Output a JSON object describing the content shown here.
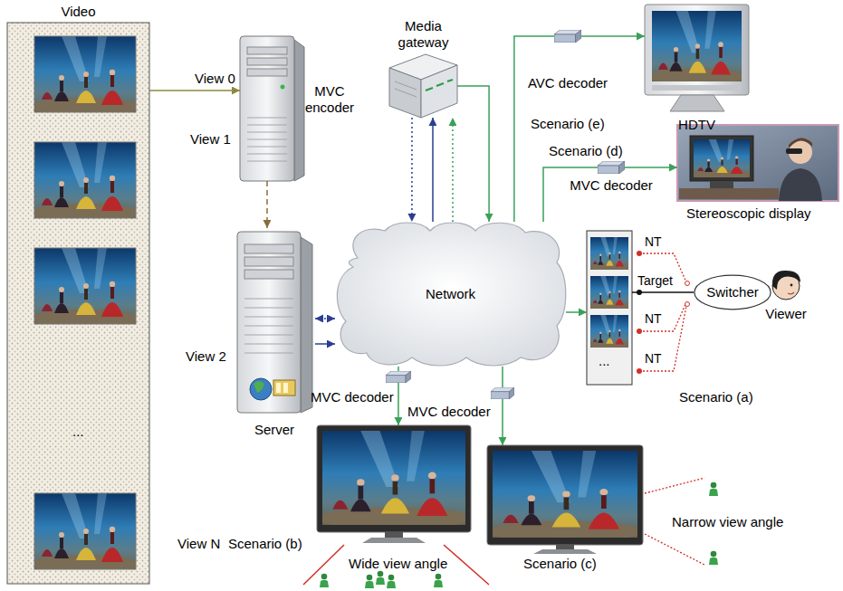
{
  "diagram": {
    "nodes": [
      {
        "text": [
          "Video"
        ]
      },
      {
        "text": [
          "MVC encoder"
        ]
      },
      {
        "text": [
          "Media gateway"
        ]
      },
      {
        "text": [
          "Server"
        ]
      },
      {
        "text": [
          "Network"
        ]
      },
      {
        "text": [
          "AVC decoder"
        ]
      },
      {
        "text": [
          "HDTV"
        ]
      },
      {
        "text": [
          "MVC decoder"
        ]
      },
      {
        "text": [
          "Stereoscopic display"
        ]
      },
      {
        "text": [
          "Scenario (a)"
        ]
      },
      {
        "text": [
          "Switcher"
        ]
      },
      {
        "text": [
          "Viewer"
        ]
      },
      {
        "text": [
          "MVC decoder"
        ]
      },
      {
        "text": [
          "Scenario (b)"
        ]
      },
      {
        "text": [
          "MVC decoder"
        ]
      },
      {
        "text": [
          "Scenario (c)"
        ]
      }
    ],
    "edges": [
      {
        "from": 0,
        "to": 1,
        "arrow": "to"
      },
      {
        "from": 1,
        "to": 3,
        "arrow": "to"
      },
      {
        "from": 3,
        "to": 4,
        "arrow": "to"
      },
      {
        "from": 3,
        "to": 4,
        "arrow": "both"
      },
      {
        "from": 4,
        "to": 2,
        "arrow": "to"
      },
      {
        "from": 2,
        "to": 4,
        "arrow": "to"
      },
      {
        "from": 4,
        "to": 2,
        "arrow": "to"
      },
      {
        "from": 2,
        "to": 4,
        "arrow": "to"
      },
      {
        "from": 4,
        "to": 5,
        "arrow": "none"
      },
      {
        "from": 5,
        "to": 6,
        "arrow": "to"
      },
      {
        "from": 4,
        "to": 7,
        "arrow": "none"
      },
      {
        "from": 7,
        "to": 8,
        "arrow": "to"
      },
      {
        "from": 4,
        "to": 9,
        "arrow": "to"
      },
      {
        "from": 9,
        "to": 10,
        "arrow": "none"
      },
      {
        "from": 4,
        "to": 12,
        "arrow": "none"
      },
      {
        "from": 12,
        "to": 13,
        "arrow": "to"
      },
      {
        "from": 4,
        "to": 14,
        "arrow": "none"
      },
      {
        "from": 14,
        "to": 15,
        "arrow": "to"
      }
    ],
    "labels": [
      "View 0",
      "View 1",
      "View 2",
      "...",
      "View N",
      "Scenario (e)",
      "Scenario (d)",
      "NT",
      "Target",
      "NT",
      "NT",
      "...",
      "Wide view angle",
      "Narrow view angle"
    ]
  }
}
